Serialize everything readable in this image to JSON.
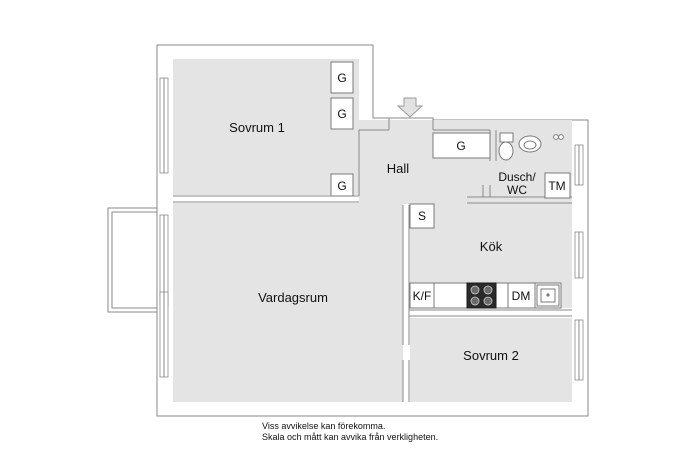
{
  "rooms": {
    "sovrum1": "Sovrum 1",
    "hall": "Hall",
    "dusch_line1": "Dusch/",
    "dusch_line2": "WC",
    "kok": "Kök",
    "vardagsrum": "Vardagsrum",
    "sovrum2": "Sovrum 2"
  },
  "fixtures": {
    "wardrobe": "G",
    "towel_dryer": "TM",
    "fridge_freezer": "K/F",
    "dishwasher": "DM",
    "pantry": "S"
  },
  "disclaimer": {
    "line1": "Viss avvikelse kan förekomma.",
    "line2": "Skala och mått kan avvika från verkligheten."
  },
  "icons": [
    "entrance-arrow-icon",
    "stove-icon",
    "sink-icon",
    "toilet-icon",
    "washbasin-icon"
  ]
}
